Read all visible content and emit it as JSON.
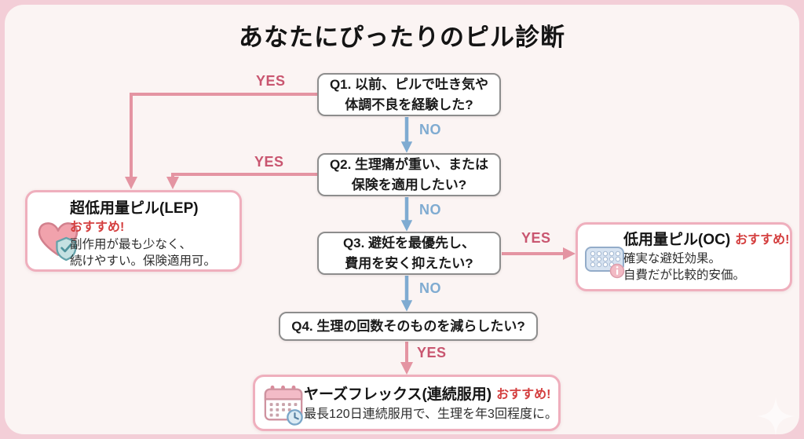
{
  "title": "あなたにぴったりのピル診断",
  "labels": {
    "yes": "YES",
    "no": "NO"
  },
  "questions": {
    "q1": {
      "line1": "Q1. 以前、ピルで吐き気や",
      "line2": "体調不良を経験した?"
    },
    "q2": {
      "line1": "Q2. 生理痛が重い、または",
      "line2": "保険を適用したい?"
    },
    "q3": {
      "line1": "Q3. 避妊を最優先し、",
      "line2": "費用を安く抑えたい?"
    },
    "q4": {
      "line1": "Q4. 生理の回数そのものを減らしたい?"
    }
  },
  "results": {
    "lep": {
      "title": "超低用量ピル(LEP)",
      "recommend": "おすすめ!",
      "desc1": "副作用が最も少なく、",
      "desc2": "続けやすい。保険適用可。",
      "icon": "heart-shield-icon"
    },
    "oc": {
      "title": "低用量ピル(OC)",
      "recommend": "おすすめ!",
      "desc1": "確実な避妊効果。",
      "desc2": "自費だが比較的安価。",
      "icon": "pill-sheet-icon"
    },
    "yaz": {
      "title": "ヤーズフレックス(連続服用)",
      "recommend": "おすすめ!",
      "desc": "最長120日連続服用で、生理を年3回程度に。",
      "icon": "calendar-clock-icon"
    }
  },
  "icons": {
    "lep": "heart-shield-icon",
    "oc": "pill-sheet-icon",
    "yaz": "calendar-clock-icon",
    "watermark": "sparkle-icon"
  },
  "colors": {
    "frame": "#f3ced7",
    "panel_bg": "#fbf4f3",
    "question_border": "#8d8d8d",
    "result_border": "#efafbd",
    "yes_line": "#e494a2",
    "yes_text": "#c95670",
    "no_line": "#7fabd1",
    "no_text": "#7fabd1",
    "recommend_red": "#d43f3f"
  }
}
